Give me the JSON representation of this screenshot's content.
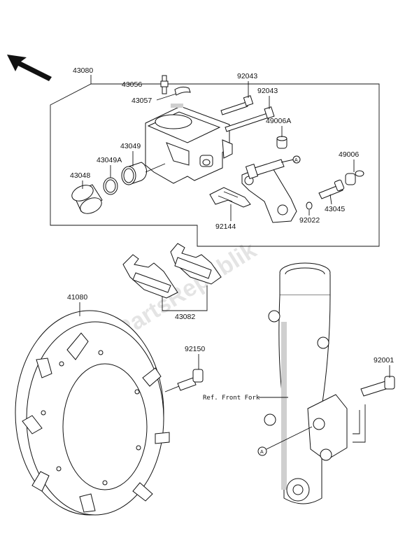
{
  "labels": {
    "box": "43080",
    "bleeder": "43056",
    "bleeder_cap": "43057",
    "pin1": "92043",
    "pin2": "92043",
    "boot_a": "49006A",
    "boot": "49006",
    "seal_a": "43049A",
    "seal": "43049",
    "piston": "43048",
    "spring": "92144",
    "bolt_bracket": "43045",
    "washer": "92022",
    "disc": "41080",
    "pads": "43082",
    "disc_bolt": "92150",
    "caliper_bolt": "92001",
    "fork_ref": "Ref. Front Fork",
    "marker_a": "A",
    "marker_a2": "A"
  },
  "watermark": "PartsRepublik",
  "colors": {
    "ink": "#111111",
    "background": "#ffffff"
  }
}
